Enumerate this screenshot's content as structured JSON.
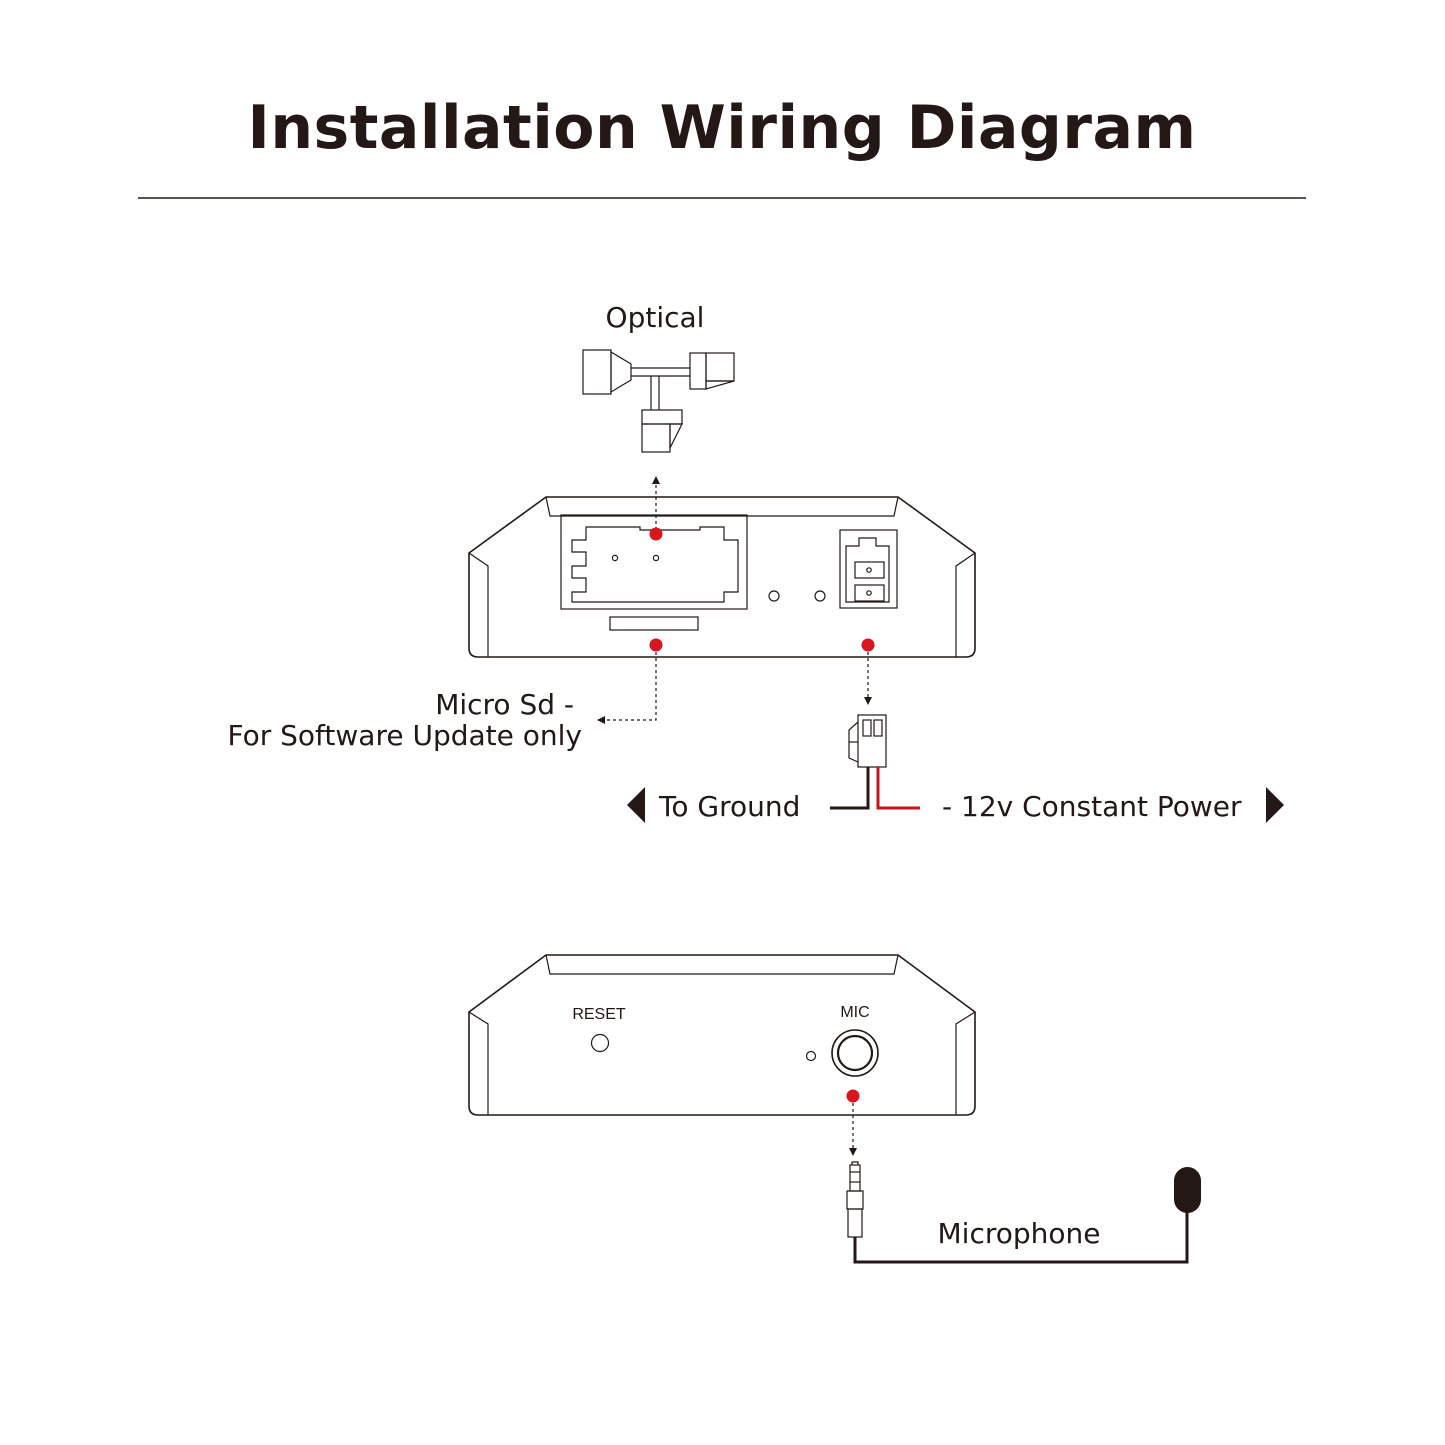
{
  "title": "Installation Wiring Diagram",
  "labels": {
    "optical": "Optical",
    "micro_sd_line1": "Micro Sd -",
    "micro_sd_line2": "For Software Update only",
    "to_ground": "To Ground",
    "power": "- 12v Constant Power",
    "reset": "RESET",
    "mic": "MIC",
    "microphone": "Microphone"
  },
  "colors": {
    "ink": "#231815",
    "marker": "#d7161e",
    "power_wire": "#c4161c",
    "ground_wire": "#231815"
  }
}
